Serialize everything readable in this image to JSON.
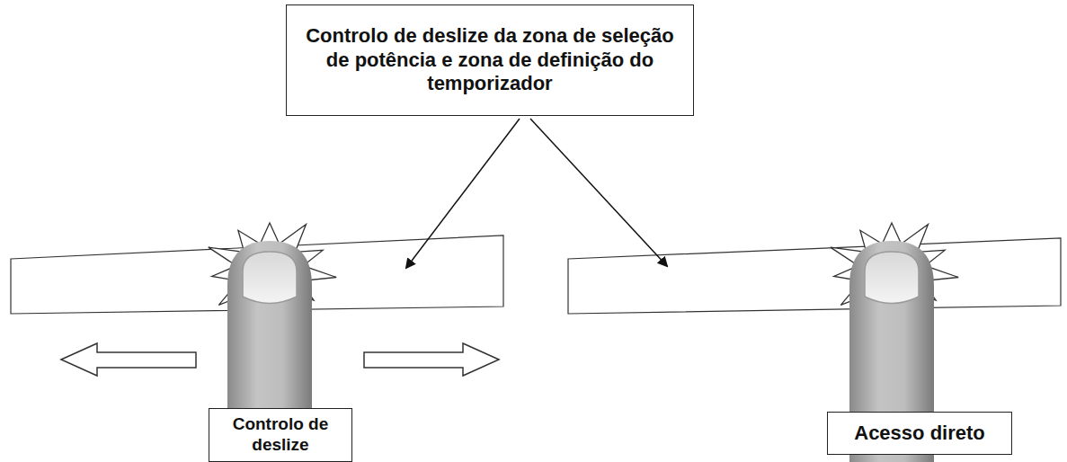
{
  "diagram": {
    "nodes": [
      {
        "text": [
          "Controlo de deslize da zona de seleção de potência e zona de definição do temporizador"
        ]
      },
      {
        "text": [
          "Controlo de deslize"
        ]
      },
      {
        "text": [
          "Acesso direto"
        ]
      }
    ]
  }
}
